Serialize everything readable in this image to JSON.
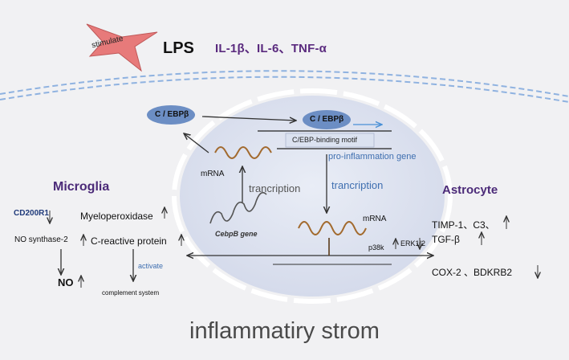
{
  "header": {
    "stimulus_label": "stimulate",
    "lps_label": "LPS",
    "cytokines_label": "IL-1β、IL-6、TNF-α"
  },
  "nucleus": {
    "cebpb_protein_left": "C / EBPβ",
    "cebpb_protein_right": "C / EBPβ",
    "binding_motif": "C/EBP-binding motif",
    "pro_inflammation_gene": "pro-inflammation gene",
    "transcription_blue": "trancription",
    "transcription_gray": "trancription",
    "mrna_left": "mRNA",
    "mrna_right": "mRNA",
    "cebpb_gene": "CebpB gene"
  },
  "microglia": {
    "title": "Microglia",
    "cd200r1": "CD200R1",
    "myeloperoxidase": "Myeloperoxidase",
    "no_synthase": "NO synthase-2",
    "c_reactive_protein": "C-reactive protein",
    "no": "NO",
    "activate": "activate",
    "complement_system": "complement system"
  },
  "astrocyte": {
    "title": "Astrocyte",
    "timp_c3": "TIMP-1、C3、",
    "tgf_beta": "TGF-β",
    "p38k": "p38k",
    "erk12": "ERK1/2",
    "cox2_bdkrb2": "COX-2 、BDKRB2"
  },
  "footer": {
    "storm_label": "inflammatiry strom"
  },
  "colors": {
    "background": "#f1f1f3",
    "membrane_dash": "#8fb2e0",
    "nucleus_fill": "#dfe4f2",
    "nucleus_border": "#ffffff",
    "pill_fill": "#6c8ec4",
    "star_fill": "#e77a7a",
    "mrna_wave": "#a26a2e",
    "title_purple": "#4b2a78",
    "accent_blue": "#3f6fb0"
  },
  "icons": {
    "stimulus_shape": "star-icon",
    "up_marker": "up-arrow-icon",
    "down_marker": "down-arrow-icon"
  }
}
